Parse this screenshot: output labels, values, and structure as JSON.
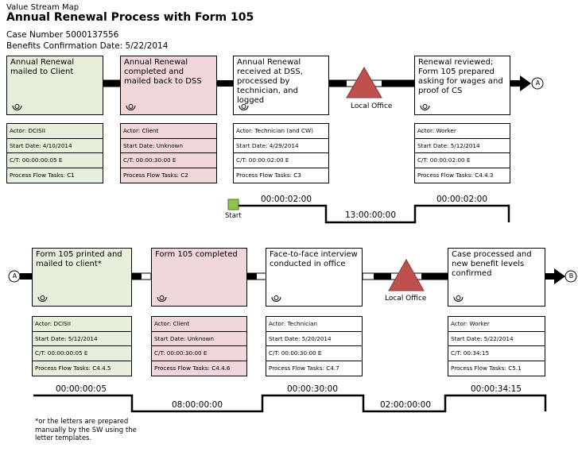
{
  "header": {
    "kicker": "Value Stream Map",
    "title": "Annual Renewal Process with Form 105",
    "case_number": "Case Number 5000137556",
    "confirmation_date": "Benefits Confirmation Date: 5/22/2014"
  },
  "colors": {
    "client_green": "#e6efd9",
    "dss_pink": "#f0d6d8",
    "office_red": "#c0504d",
    "start_green": "#8cc34d"
  },
  "row1": {
    "processes": [
      {
        "text": "Annual Renewal mailed to Client",
        "actor": "Actor: DCISII",
        "start": "Start Date: 4/10/2014",
        "ct": "C/T: 00:00:00:05 E",
        "tasks": "Process Flow Tasks: C1"
      },
      {
        "text": "Annual Renewal completed and mailed back to DSS",
        "actor": "Actor: Client",
        "start": "Start Date: Unknown",
        "ct": "C/T: 00:00:30:00 E",
        "tasks": "Process Flow Tasks: C2"
      },
      {
        "text": "Annual Renewal received at DSS, processed by technician, and logged",
        "actor": "Actor: Technician (and CW)",
        "start": "Start Date: 4/29/2014",
        "ct": "C/T: 00:00:02:00 E",
        "tasks": "Process Flow Tasks: C3"
      },
      {
        "text": "Renewal reviewed; Form 105 prepared asking for wages and proof of CS",
        "actor": "Actor: Worker",
        "start": "Start Date: 5/12/2014",
        "ct": "C/T: 00:00:02:00 E",
        "tasks": "Process Flow Tasks: C4.4.3"
      }
    ],
    "office_label": "Local Office",
    "connector": "A",
    "start_label": "Start",
    "timeline": [
      "00:00:02:00",
      "13:00:00:00",
      "00:00:02:00"
    ]
  },
  "row2": {
    "connector_in": "A",
    "processes": [
      {
        "text": "Form 105 printed and mailed to client*",
        "actor": "Actor: DCISII",
        "start": "Start Date: 5/12/2014",
        "ct": "C/T: 00:00:00:05 E",
        "tasks": "Process Flow Tasks: C4.4.5"
      },
      {
        "text": "Form 105 completed",
        "actor": "Actor: Client",
        "start": "Start Date: Unknown",
        "ct": "C/T: 00:00:30:00 E",
        "tasks": "Process Flow Tasks: C4.4.6"
      },
      {
        "text": "Face-to-face interview conducted in office",
        "actor": "Actor: Technician",
        "start": "Start Date: 5/20/2014",
        "ct": "C/T: 00:00:30:00 E",
        "tasks": "Process Flow Tasks: C4.7"
      },
      {
        "text": "Case processed and new benefit levels confirmed",
        "actor": "Actor: Worker",
        "start": "Start Date: 5/22/2014",
        "ct": "C/T: 00:34:15",
        "tasks": "Process Flow Tasks: C5.1"
      }
    ],
    "office_label": "Local Office",
    "connector_out": "B",
    "timeline": [
      "00:00:00:05",
      "08:00:00:00",
      "00:00:30:00",
      "02:00:00:00",
      "00:00:34:15"
    ]
  },
  "footnote": "*or the letters are prepared manually by the SW using the letter templates."
}
